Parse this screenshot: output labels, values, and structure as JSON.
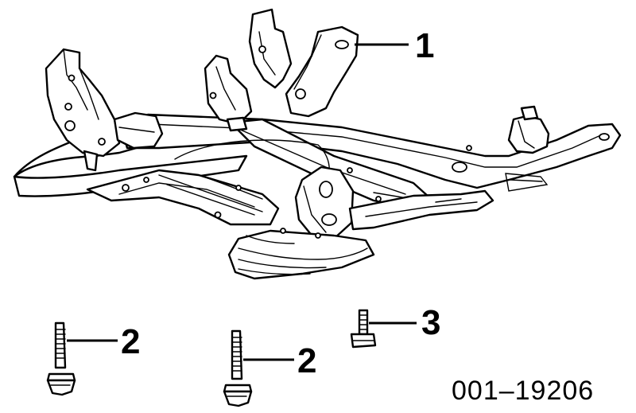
{
  "diagram": {
    "callouts": [
      {
        "id": "crossmember",
        "label": "1"
      },
      {
        "id": "bolt-left",
        "label": "2"
      },
      {
        "id": "bolt-middle",
        "label": "2"
      },
      {
        "id": "bolt-small",
        "label": "3"
      }
    ],
    "part_number": "001–19206"
  }
}
